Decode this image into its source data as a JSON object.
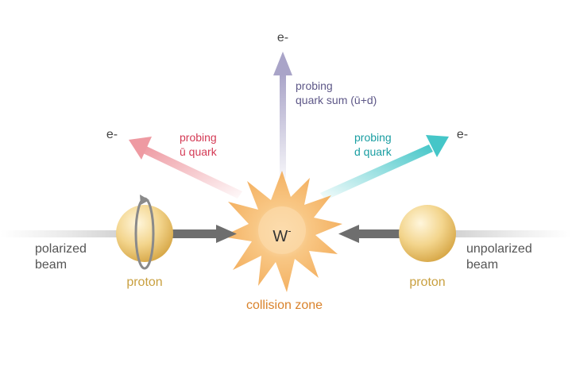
{
  "electron_top": "e-",
  "electron_left": "e-",
  "electron_right": "e-",
  "probe_top": {
    "line1": "probing",
    "line2": "quark sum (ū+d)"
  },
  "probe_left": {
    "line1": "probing",
    "line2": "ū quark"
  },
  "probe_right": {
    "line1": "probing",
    "line2": "d quark"
  },
  "boson": {
    "symbol": "W",
    "charge": "-"
  },
  "collision_label": "collision zone",
  "left_beam": {
    "line1": "polarized",
    "line2": "beam",
    "particle": "proton"
  },
  "right_beam": {
    "line1": "unpolarized",
    "line2": "beam",
    "particle": "proton"
  },
  "colors": {
    "pink": "#ee9aa2",
    "pink_text": "#d43a55",
    "purple": "#a9a4c8",
    "purple_text": "#5e5888",
    "teal": "#45c6c8",
    "teal_text": "#1a9ea2",
    "orange_text": "#d9822b",
    "gold_text": "#c9a040",
    "gray_text": "#555555"
  }
}
